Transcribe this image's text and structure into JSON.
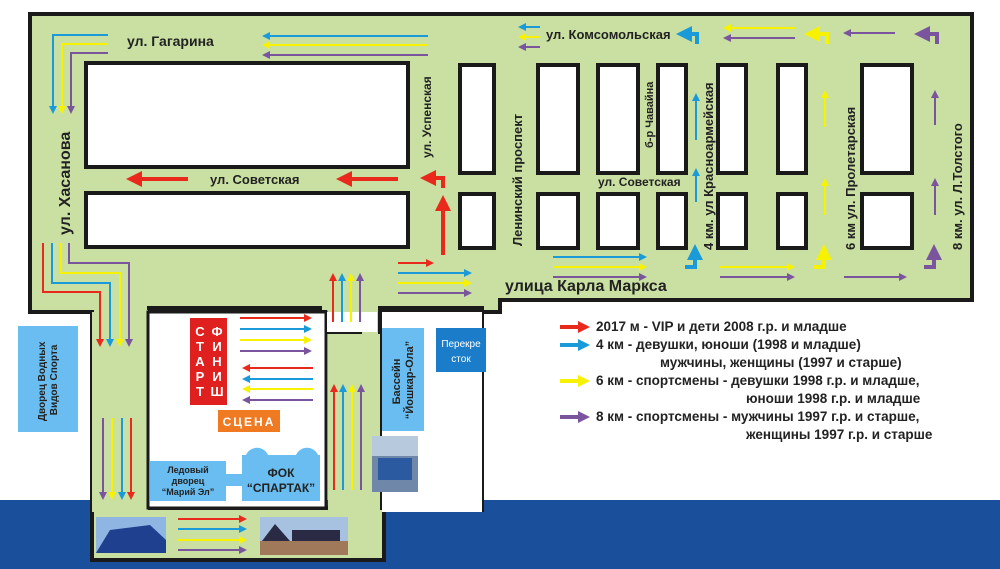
{
  "colors": {
    "road": "#c9e0a2",
    "outline": "#1a1a1a",
    "block": "#ffffff",
    "bottom_band": "#1a4f9c",
    "route_2017m": "#e8291c",
    "route_4km": "#1a9ad8",
    "route_6km": "#f7f200",
    "route_8km": "#7a559e",
    "venue_light": "#69bdf0",
    "venue_dark": "#1b7dc9",
    "start_finish": "#e01f1f",
    "stage": "#ef7a22"
  },
  "streets": {
    "gagarina": "ул. Гагарина",
    "komsomolskaya": "ул. Комсомольская",
    "khasanova": "ул. Хасанова",
    "sovetskaya_west": "ул. Советская",
    "sovetskaya_east": "ул. Советская",
    "uspenskaya": "ул. Успенская",
    "leninsky": "Ленинский проспект",
    "chavaina": "б-р Чавайна",
    "krasnoarmeyskaya": "4 км.  ул Красноармейская",
    "proletarskaya": "6 км  ул. Пролетарская",
    "tolstogo": "8 км.  ул. Л.Толстого",
    "karla_marksa": "улица Карла Маркса"
  },
  "venues": {
    "start": [
      "С",
      "Т",
      "А",
      "Р",
      "Т"
    ],
    "finish": [
      "Ф",
      "И",
      "Н",
      "И",
      "Ш"
    ],
    "stage": "СЦЕНА",
    "fok_line1": "ФОК",
    "fok_line2": "“СПАРТАК”",
    "ice_line1": "Ледовый",
    "ice_line2": "дворец",
    "ice_line3": "“Марий Эл”",
    "pool_line1": "Бассейн",
    "pool_line2": "“Йошкар-Ола”",
    "crossroads_line1": "Перекре",
    "crossroads_line2": "сток",
    "water_line1": "Дворец Водных",
    "water_line2": "Видов Спорта"
  },
  "legend": [
    {
      "route": "2017 м",
      "color_key": "route_2017m",
      "lines": [
        "2017 м - VIP и дети 2008 г.р. и младше"
      ]
    },
    {
      "route": "4 км",
      "color_key": "route_4km",
      "lines": [
        "4 км -   девушки, юноши (1998 и младше)",
        "мужчины, женщины (1997 и старше)"
      ]
    },
    {
      "route": "6 км",
      "color_key": "route_6km",
      "lines": [
        "6 км -   спортсмены -  девушки 1998 г.р. и младше,",
        "юноши 1998 г.р. и младше"
      ]
    },
    {
      "route": "8 км",
      "color_key": "route_8km",
      "lines": [
        "8 км -   спортсмены -  мужчины 1997 г.р. и старше,",
        "женщины 1997 г.р. и старше"
      ]
    }
  ]
}
